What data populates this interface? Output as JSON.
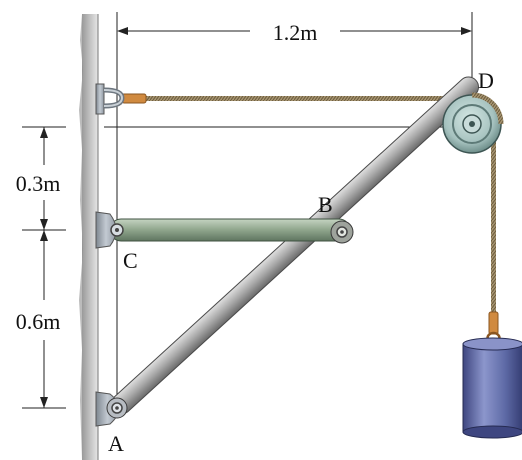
{
  "diagram": {
    "points": {
      "A": "A",
      "B": "B",
      "C": "C",
      "D": "D"
    },
    "dimensions": {
      "horizontal": "1.2m",
      "upper_vertical": "0.3m",
      "lower_vertical": "0.6m"
    },
    "colors": {
      "wall": "#b8b8b8",
      "horizontal_member": "#8fa58c",
      "diagonal_member": "#a8a8a8",
      "bracket": "#a9b0b8",
      "cable": "#8a7a5a",
      "cable_end": "#d08a40",
      "pulley": "#a6c2bf",
      "weight": "#5e6aa6"
    },
    "icons": {
      "pulley": "pulley-icon",
      "weight": "hanging-weight-icon",
      "pin": "pin-joint-icon"
    }
  }
}
